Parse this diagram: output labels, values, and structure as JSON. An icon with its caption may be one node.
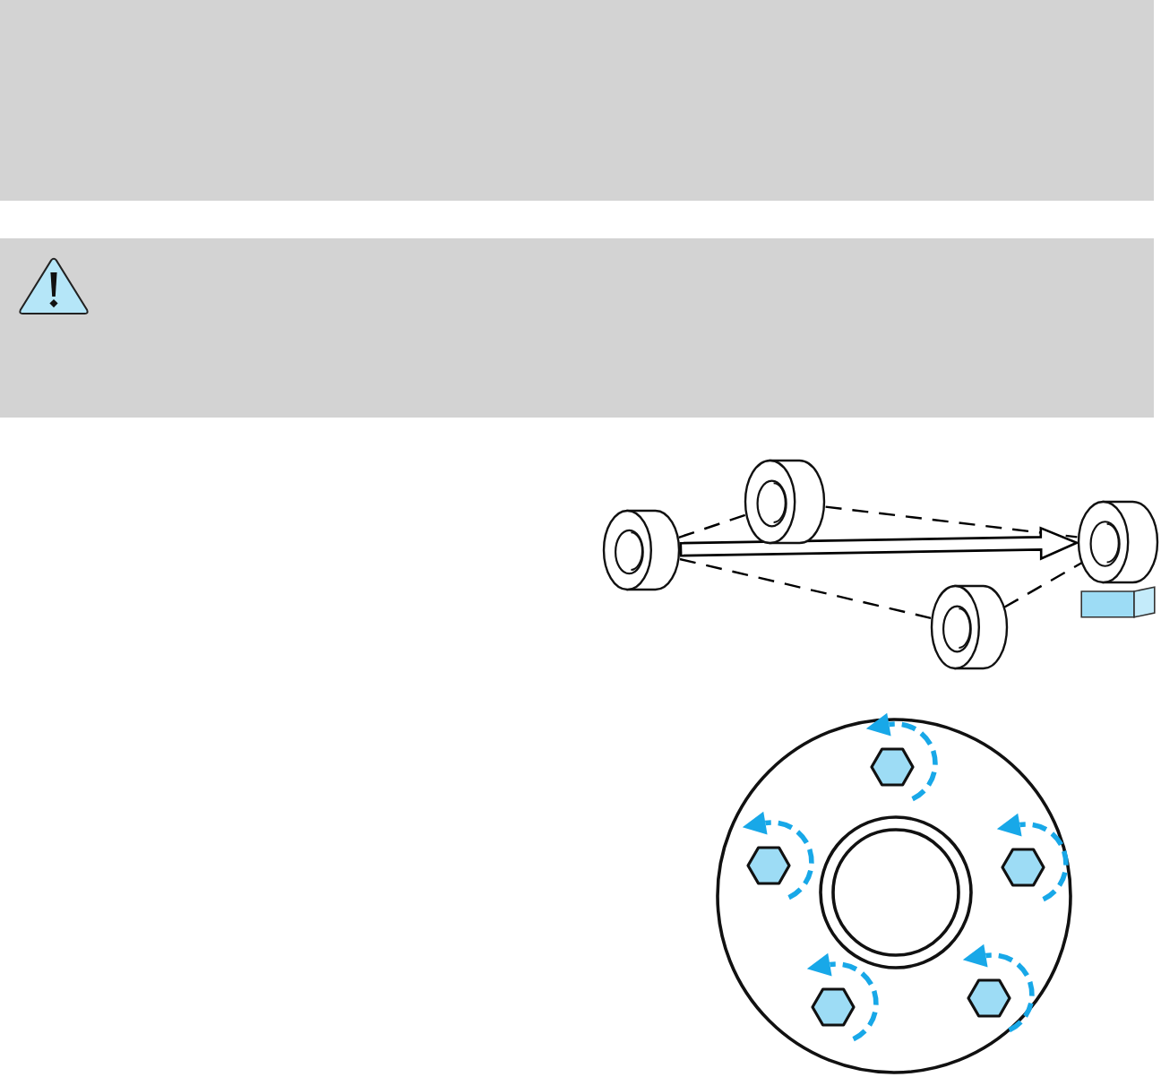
{
  "diagram": {
    "nodes": [
      {
        "text": [],
        "shape": "tire"
      },
      {
        "text": [],
        "shape": "tire"
      },
      {
        "text": [],
        "shape": "tire"
      },
      {
        "text": [],
        "shape": "tire"
      }
    ],
    "edges": [
      {
        "from": 0,
        "to": 1,
        "arrow": "none",
        "style": "dashed"
      },
      {
        "from": 1,
        "to": 3,
        "arrow": "none",
        "style": "dashed"
      },
      {
        "from": 0,
        "to": 2,
        "arrow": "none",
        "style": "dashed"
      },
      {
        "from": 2,
        "to": 3,
        "arrow": "none",
        "style": "dashed"
      },
      {
        "from": 0,
        "to": 3,
        "arrow": "to",
        "style": "thick"
      }
    ]
  }
}
